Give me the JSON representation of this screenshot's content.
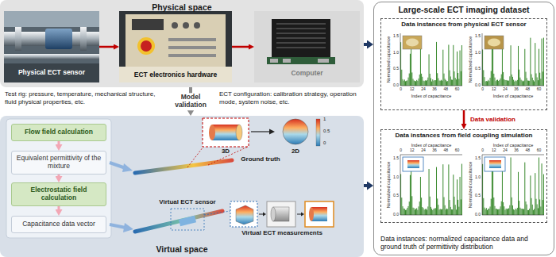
{
  "diagram": {
    "nodes": [
      {
        "text": [
          "Physical space"
        ]
      },
      {
        "text": [
          "Physical ECT sensor"
        ],
        "in": 0
      },
      {
        "text": [
          "ECT electronics hardware"
        ],
        "in": 0
      },
      {
        "text": [
          "Computer"
        ],
        "in": 0
      },
      {
        "text": [
          "Virtual space"
        ]
      },
      {
        "text": [
          "Flow field calculation"
        ],
        "in": 4
      },
      {
        "text": [
          "Equivalent permittivity of the mixture"
        ],
        "in": 4
      },
      {
        "text": [
          "Electrostatic field calculation"
        ],
        "in": 4
      },
      {
        "text": [
          "Capacitance data vector"
        ],
        "in": 4
      },
      {
        "text": [
          "Large-scale ECT imaging dataset",
          "Data instances: normalized capacitance data and ground truth of permittivity distribution"
        ]
      },
      {
        "text": [
          "Data instances from physical ECT sensor"
        ],
        "in": 9
      },
      {
        "text": [
          "Data instances from field coupling simulation"
        ],
        "in": 9
      }
    ],
    "edges": [
      {
        "from": 1,
        "to": 2,
        "arrow": "to"
      },
      {
        "from": 2,
        "to": 3,
        "arrow": "to"
      },
      {
        "from": 0,
        "to": 4,
        "label": "Model validation",
        "arrow": "to"
      },
      {
        "from": 5,
        "to": 6,
        "arrow": "to"
      },
      {
        "from": 6,
        "to": 7,
        "arrow": "to"
      },
      {
        "from": 7,
        "to": 8,
        "arrow": "to"
      },
      {
        "from": 0,
        "to": 9,
        "arrow": "to"
      },
      {
        "from": 4,
        "to": 9,
        "arrow": "to"
      },
      {
        "from": 10,
        "to": 11,
        "label": "Data validation",
        "arrow": "to"
      }
    ],
    "labels": [
      "Test rig: pressure, temperature, mechanical structure, fluid physical properties, etc.",
      "ECT configuration: calibration strategy, operation mode, system noise, etc.",
      "Ground truth",
      "3D",
      "2D",
      "1",
      "0.5",
      "0",
      "Virtual ECT sensor",
      "Virtual ECT measurements",
      "Normalized capacitance",
      "Index of capacitance",
      "0",
      "12",
      "24",
      "36",
      "48",
      "60",
      "0.0",
      "0.5",
      "1.0",
      "1.5",
      "Normalized capacitance",
      "Index of capacitance",
      "0",
      "12",
      "24",
      "36",
      "48",
      "60",
      "0.0",
      "0.5",
      "1.0",
      "1.5",
      "Normalized capacitance",
      "Index of capacitance",
      "0",
      "12",
      "24",
      "36",
      "48",
      "60",
      "0.0",
      "0.5",
      "1.0",
      "1.5",
      "Normalized capacitance",
      "Index of capacitance",
      "0",
      "12",
      "24",
      "36",
      "48",
      "60",
      "0.0",
      "0.5",
      "1.0",
      "1.5"
    ]
  }
}
